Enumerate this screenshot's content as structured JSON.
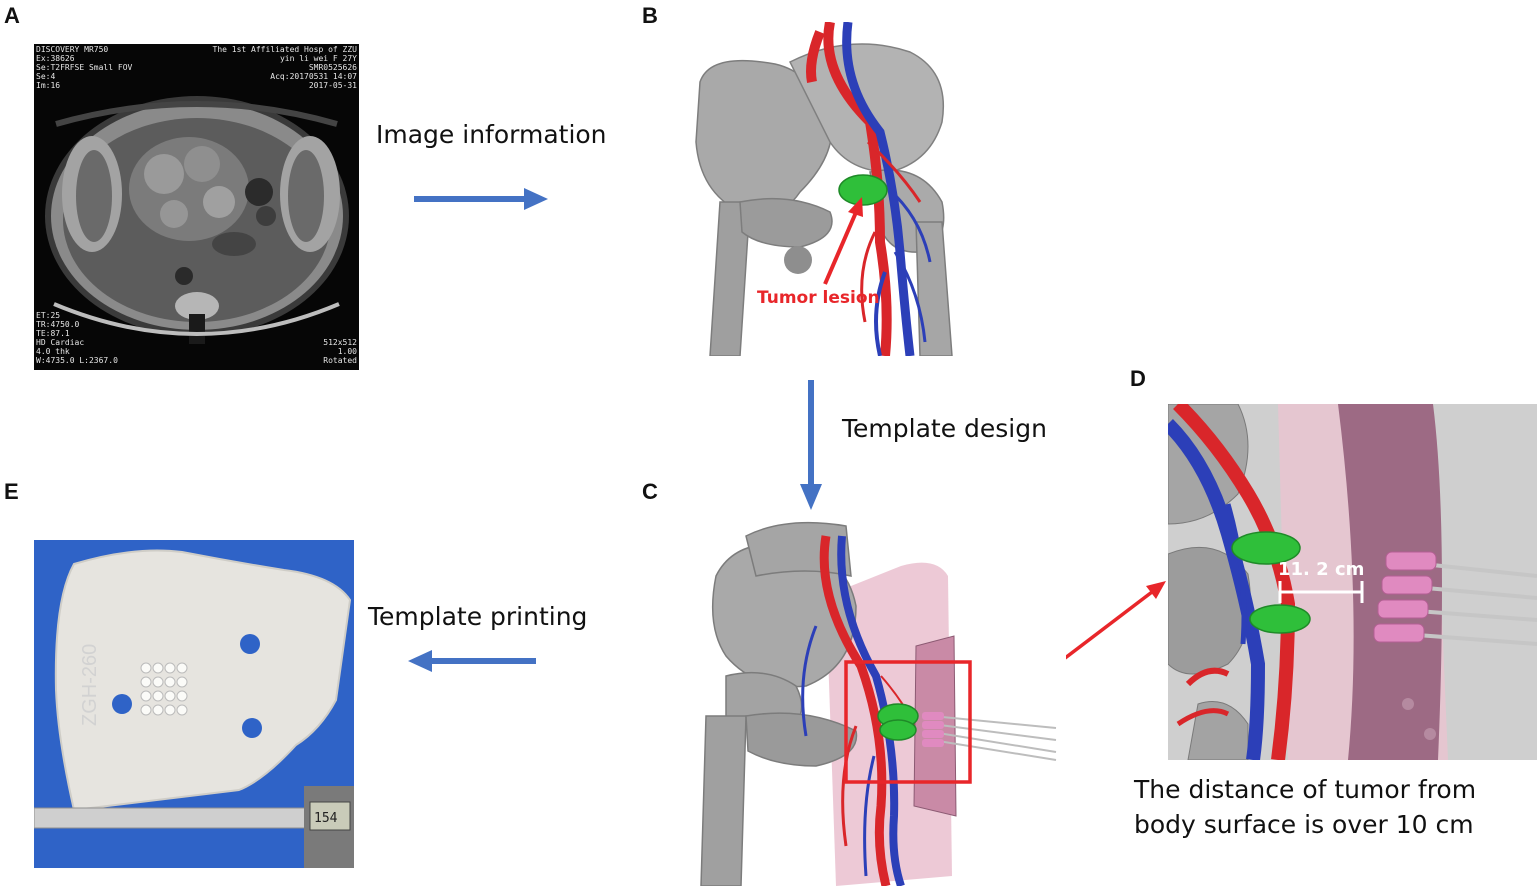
{
  "panels": {
    "a": {
      "letter": "A"
    },
    "b": {
      "letter": "B",
      "annotation": "Tumor lesion"
    },
    "c": {
      "letter": "C"
    },
    "d": {
      "letter": "D",
      "measurement": "11. 2  cm",
      "caption_line1": "The distance of tumor from",
      "caption_line2": "body surface is over 10 cm"
    },
    "e": {
      "letter": "E",
      "template_id": "ZGH-260",
      "caliper_reading": "154"
    }
  },
  "steps": {
    "image_information": "Image information",
    "template_design": "Template design",
    "template_printing": "Template printing"
  },
  "mri_overlay": {
    "top_left": [
      "DISCOVERY MR750",
      "Ex:38626",
      "Se:T2FRFSE Small FOV",
      "Se:4",
      "Im:16"
    ],
    "top_right": [
      "The 1st Affiliated Hosp of ZZU",
      "yin li wei F 27Y",
      "SMR0525626",
      "Acq:20170531 14:07",
      "2017-05-31"
    ],
    "bottom_left": [
      "ET:25",
      "TR:4750.0",
      "TE:87.1",
      "HD Cardiac",
      "4.0 thk",
      "W:4735.0 L:2367.0"
    ],
    "bottom_right": [
      "512x512",
      "1.00",
      "Rotated"
    ]
  },
  "colors": {
    "arrow_blue": "#4472c4",
    "red_arrow": "#e8262a",
    "highlight_box": "#e8262a",
    "tumor_green": "#2fbf3a",
    "artery_red": "#d9262a",
    "vein_blue": "#2c3fb8",
    "bone_gray": "#a7a7a7",
    "template_pink": "#d9a0b8"
  }
}
